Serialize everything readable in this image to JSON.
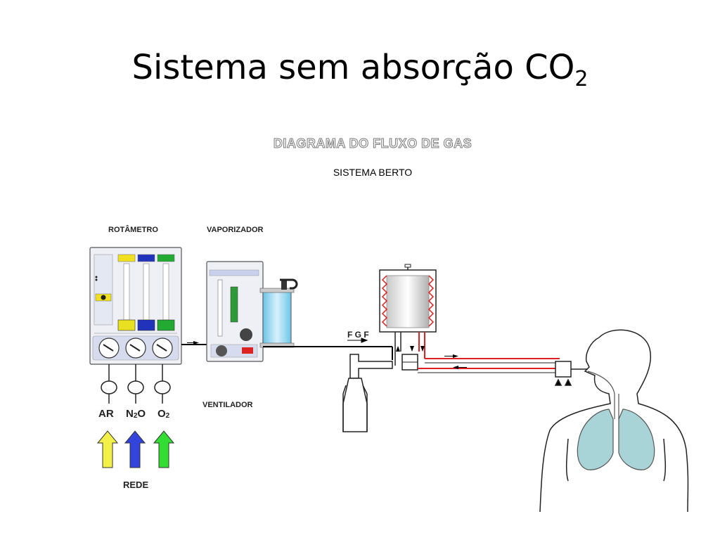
{
  "slide": {
    "title": "Sistema sem absorção CO",
    "title_sub": "2"
  },
  "diagram": {
    "title": "DIAGRAMA DO FLUXO DE GAS",
    "subtitle": "SISTEMA BERTO",
    "labels": {
      "rotameter": "ROTÂMETRO",
      "vaporizer": "VAPORIZADOR",
      "ventilator": "VENTILADOR",
      "fgf": "F G F",
      "network": "REDE"
    },
    "gases": [
      {
        "base": "AR",
        "sub": "",
        "color": "#f4f04a"
      },
      {
        "base": "N",
        "sub": "2",
        "rest": "O",
        "color": "#3344dd"
      },
      {
        "base": "O",
        "sub": "2",
        "color": "#33dd33"
      }
    ],
    "rotameter_tubes": [
      {
        "label": "AR",
        "color": "#e8e020"
      },
      {
        "label": "N₂O",
        "color": "#2233bb"
      },
      {
        "label": "O₂",
        "color": "#22aa33"
      }
    ],
    "colors": {
      "tube": "#000000",
      "heated_tube": "#e02020",
      "lung": "#a8d4d8",
      "vaporizer_liquid": "#9fd8f0"
    }
  }
}
